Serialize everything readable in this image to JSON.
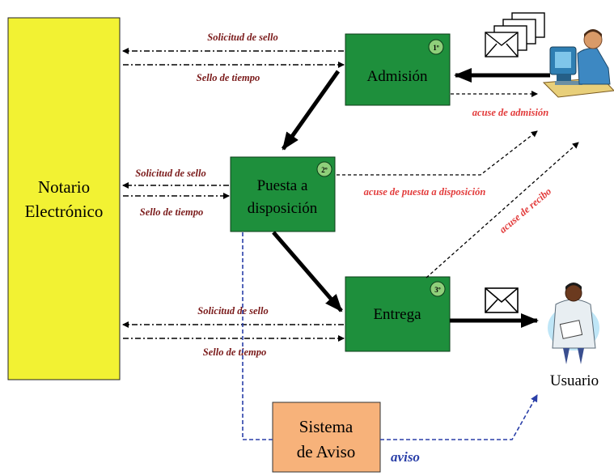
{
  "boxes": {
    "notario": {
      "line1": "Notario",
      "line2": "Electrónico"
    },
    "admision": {
      "label": "Admisión",
      "badge": "1º"
    },
    "puesta": {
      "line1": "Puesta a",
      "line2": "disposición",
      "badge": "2º"
    },
    "entrega": {
      "label": "Entrega",
      "badge": "3º"
    },
    "aviso": {
      "line1": "Sistema",
      "line2": "de Aviso"
    }
  },
  "labels": {
    "solicitud_1": "Solicitud de sello",
    "sello_1": "Sello de tiempo",
    "solicitud_2": "Solicitud de sello",
    "sello_2": "Sello de tiempo",
    "solicitud_3": "Solicitud de sello",
    "sello_3": "Sello de tiempo",
    "acuse_admision": "acuse de admisión",
    "acuse_puesta": "acuse de puesta a disposición",
    "acuse_recibo": "acuse de recibo",
    "aviso": "aviso",
    "usuario": "Usuario"
  },
  "colors": {
    "notario_fill": "#f2f233",
    "step_fill": "#1e8f3c",
    "aviso_fill": "#f7b27a",
    "label_dark_red": "#7a1a1a",
    "label_red": "#e23a3a",
    "label_blue": "#2a3fa8",
    "badge_fill": "#8fcf7a"
  },
  "icons": {
    "sender": "office-worker-at-computer-icon",
    "receiver": "person-holding-document-icon",
    "envelopes": "envelope-stack-icon",
    "envelope": "envelope-icon"
  }
}
